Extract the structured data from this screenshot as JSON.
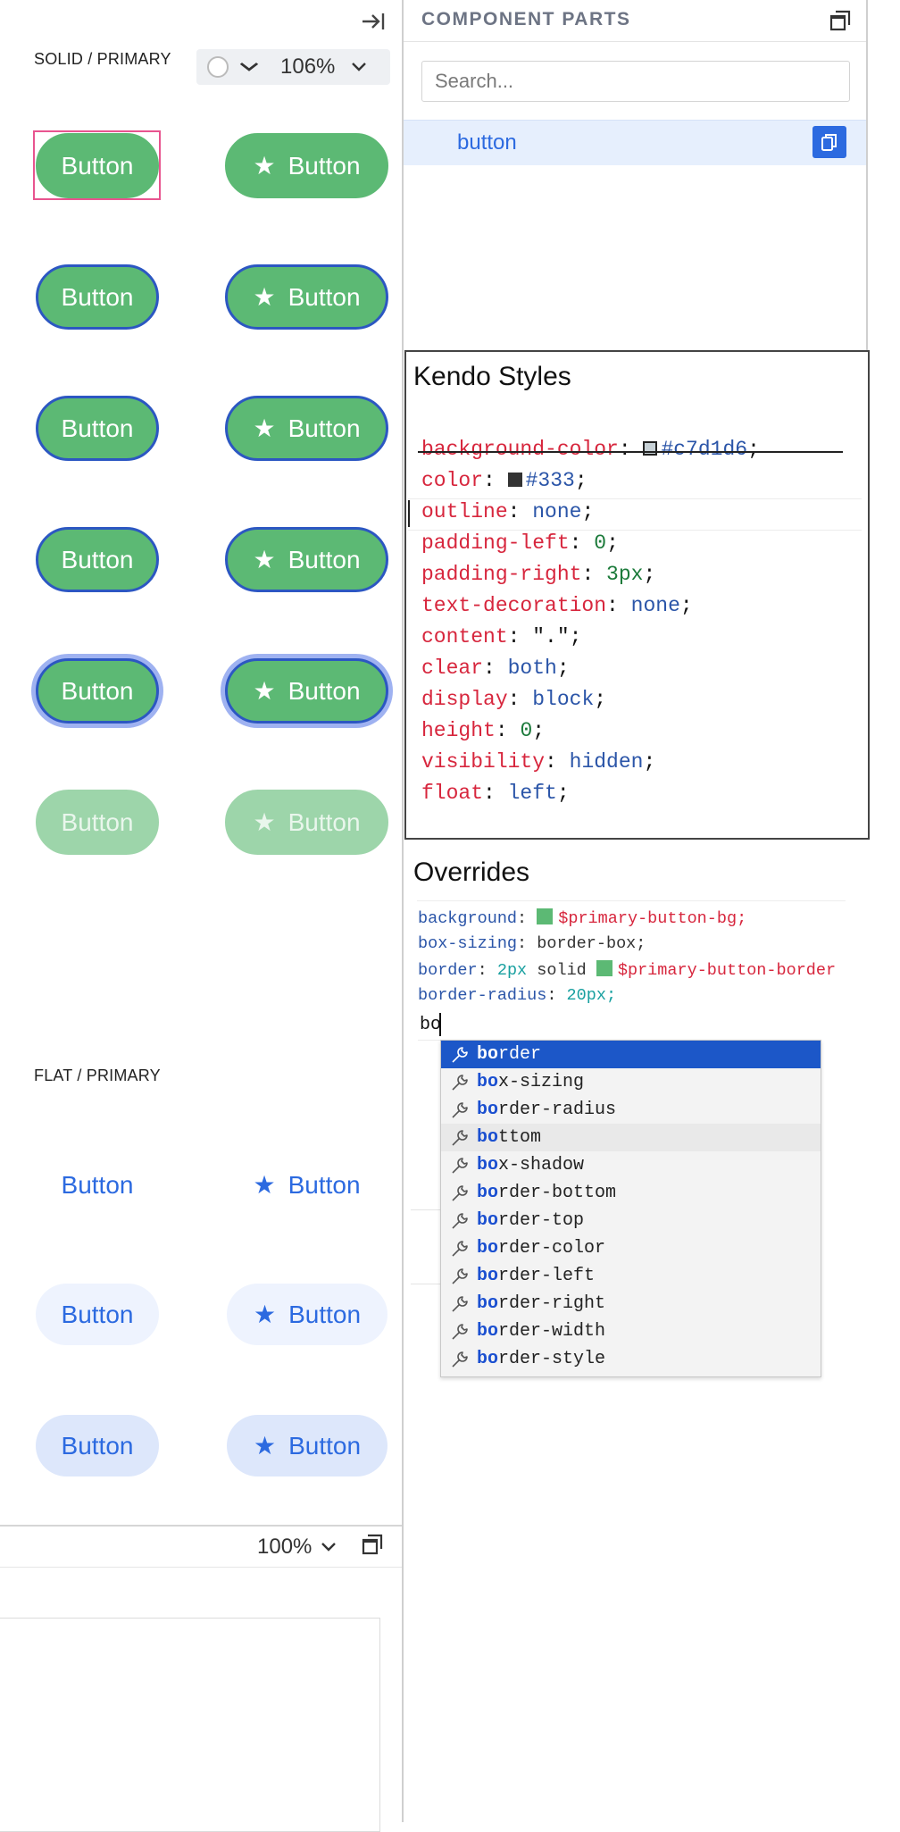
{
  "preview": {
    "solid_section_title": "SOLID / PRIMARY",
    "flat_section_title": "FLAT / PRIMARY",
    "zoom_top": "106%",
    "zoom_bottom": "100%",
    "button_label": "Button",
    "icons": {
      "collapse": "collapse-right-icon",
      "star": "star-icon",
      "chevron": "chevron-down-icon",
      "popout": "popout-window-icon"
    },
    "colors": {
      "primary_green": "#5cb974",
      "focus_blue": "#2c57c2",
      "flat_blue": "#2c6ae0",
      "selection_pink": "#e8548f"
    }
  },
  "parts": {
    "header": "COMPONENT PARTS",
    "search_placeholder": "Search...",
    "items": [
      {
        "label": "button"
      }
    ],
    "icons": {
      "popout": "popout-window-icon",
      "copy": "copy-icon"
    }
  },
  "kendo": {
    "title": "Kendo Styles",
    "lines": [
      {
        "prop": "background-color",
        "value": "#c7d1d6",
        "swatch": "#c7d1d6",
        "struck": true
      },
      {
        "prop": "color",
        "value": "#333",
        "swatch": "#333333"
      },
      {
        "prop": "outline",
        "value": "none"
      },
      {
        "prop": "padding-left",
        "value": "0"
      },
      {
        "prop": "padding-right",
        "value": "3px"
      },
      {
        "prop": "text-decoration",
        "value": "none"
      },
      {
        "prop": "content",
        "value": "\".\""
      },
      {
        "prop": "clear",
        "value": "both"
      },
      {
        "prop": "display",
        "value": "block"
      },
      {
        "prop": "height",
        "value": "0"
      },
      {
        "prop": "visibility",
        "value": "hidden"
      },
      {
        "prop": "float",
        "value": "left"
      }
    ]
  },
  "overrides": {
    "title": "Overrides",
    "lines": [
      {
        "prop": "background",
        "value": "$primary-button-bg;"
      },
      {
        "prop": "box-sizing",
        "value": "border-box;"
      },
      {
        "prop": "border",
        "value_num": "2px",
        "value_mid": " solid ",
        "value_var": "$primary-button-border"
      },
      {
        "prop": "border-radius",
        "value_num": "20px;"
      }
    ],
    "typing": "bo",
    "autocomplete": {
      "match": "bo",
      "items": [
        {
          "rest": "rder"
        },
        {
          "rest": "x-sizing"
        },
        {
          "rest": "rder-radius"
        },
        {
          "rest": "ttom"
        },
        {
          "rest": "x-shadow"
        },
        {
          "rest": "rder-bottom"
        },
        {
          "rest": "rder-top"
        },
        {
          "rest": "rder-color"
        },
        {
          "rest": "rder-left"
        },
        {
          "rest": "rder-right"
        },
        {
          "rest": "rder-width"
        },
        {
          "rest": "rder-style"
        }
      ],
      "selected_index": 0
    }
  }
}
